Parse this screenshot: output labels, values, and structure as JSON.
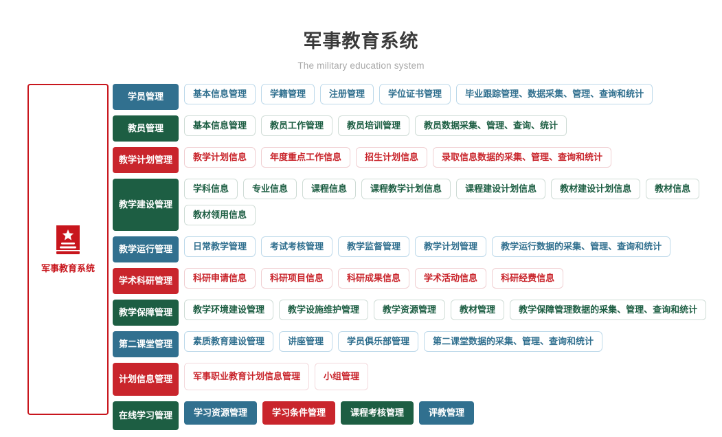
{
  "header": {
    "title": "军事教育系统",
    "subtitle": "The military education system"
  },
  "root": {
    "label": "军事教育系统",
    "icon": "book-star-icon",
    "color": "#c8161d"
  },
  "palette": {
    "blue": "#31708f",
    "green": "#1d5e43",
    "red": "#c9252c"
  },
  "rows": [
    {
      "parent": "学员管理",
      "color": "blue",
      "child_style": "outline",
      "children": [
        "基本信息管理",
        "学籍管理",
        "注册管理",
        "学位证书管理",
        "毕业跟踪管理、数据采集、管理、查询和统计"
      ]
    },
    {
      "parent": "教员管理",
      "color": "green",
      "child_style": "outline",
      "children": [
        "基本信息管理",
        "教员工作管理",
        "教员培训管理",
        "教员数据采集、管理、查询、统计"
      ]
    },
    {
      "parent": "教学计划管理",
      "color": "red",
      "child_style": "outline",
      "children": [
        "教学计划信息",
        "年度重点工作信息",
        "招生计划信息",
        "录取信息数据的采集、管理、查询和统计"
      ]
    },
    {
      "parent": "教学建设管理",
      "color": "green",
      "child_style": "outline",
      "children": [
        "学科信息",
        "专业信息",
        "课程信息",
        "课程教学计划信息",
        "课程建设计划信息",
        "教材建设计划信息",
        "教材信息",
        "教材领用信息"
      ]
    },
    {
      "parent": "教学运行管理",
      "color": "blue",
      "child_style": "outline",
      "children": [
        "日常教学管理",
        "考试考核管理",
        "教学监督管理",
        "教学计划管理",
        "教学运行数据的采集、管理、查询和统计"
      ]
    },
    {
      "parent": "学术科研管理",
      "color": "red",
      "child_style": "outline",
      "children": [
        "科研申请信息",
        "科研项目信息",
        "科研成果信息",
        "学术活动信息",
        "科研经费信息"
      ]
    },
    {
      "parent": "教学保障管理",
      "color": "green",
      "child_style": "outline",
      "children": [
        "教学环境建设管理",
        "教学设施维护管理",
        "教学资源管理",
        "教材管理",
        "教学保障管理数据的采集、管理、查询和统计"
      ]
    },
    {
      "parent": "第二课堂管理",
      "color": "blue",
      "child_style": "outline",
      "children": [
        "素质教育建设管理",
        "讲座管理",
        "学员俱乐部管理",
        "第二课堂数据的采集、管理、查询和统计"
      ]
    },
    {
      "parent": "计划信息管理",
      "color": "red",
      "child_style": "outline-tall",
      "children": [
        "军事职业教育计划信息管理",
        "小组管理"
      ]
    },
    {
      "parent": "在线学习管理",
      "color": "green",
      "child_style": "filled",
      "children": [
        "学习资源管理",
        "学习条件管理",
        "课程考核管理",
        "评教管理"
      ],
      "children_colors": [
        "blue",
        "red",
        "green",
        "blue"
      ]
    }
  ]
}
